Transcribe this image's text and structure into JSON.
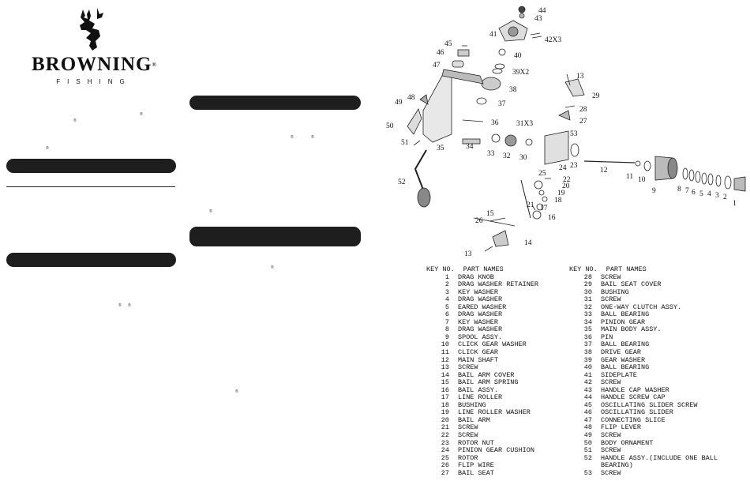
{
  "brand": {
    "name": "BROWNING",
    "reg": "®",
    "sub": "FISHING"
  },
  "marks": {
    "sup": "®"
  },
  "table": {
    "header": {
      "key": "KEY NO.",
      "name": "PART NAMES"
    },
    "left": [
      {
        "key": "1",
        "name": "DRAG KNOB"
      },
      {
        "key": "2",
        "name": "DRAG WASHER RETAINER"
      },
      {
        "key": "3",
        "name": "KEY WASHER"
      },
      {
        "key": "4",
        "name": "DRAG WASHER"
      },
      {
        "key": "5",
        "name": "EARED WASHER"
      },
      {
        "key": "6",
        "name": "DRAG WASHER"
      },
      {
        "key": "7",
        "name": "KEY WASHER"
      },
      {
        "key": "8",
        "name": "DRAG WASHER"
      },
      {
        "key": "9",
        "name": "SPOOL ASSY."
      },
      {
        "key": "10",
        "name": "CLICK GEAR WASHER"
      },
      {
        "key": "11",
        "name": "CLICK GEAR"
      },
      {
        "key": "12",
        "name": "MAIN SHAFT"
      },
      {
        "key": "13",
        "name": "SCREW"
      },
      {
        "key": "14",
        "name": "BAIL ARM COVER"
      },
      {
        "key": "15",
        "name": "BAIL ARM SPRING"
      },
      {
        "key": "16",
        "name": "BAIL ASSY."
      },
      {
        "key": "17",
        "name": "LINE ROLLER"
      },
      {
        "key": "18",
        "name": "BUSHING"
      },
      {
        "key": "19",
        "name": "LINE ROLLER WASHER"
      },
      {
        "key": "20",
        "name": "BAIL ARM"
      },
      {
        "key": "21",
        "name": "SCREW"
      },
      {
        "key": "22",
        "name": "SCREW"
      },
      {
        "key": "23",
        "name": "ROTOR NUT"
      },
      {
        "key": "24",
        "name": "PINION GEAR CUSHION"
      },
      {
        "key": "25",
        "name": "ROTOR"
      },
      {
        "key": "26",
        "name": "FLIP WIRE"
      },
      {
        "key": "27",
        "name": "BAIL SEAT"
      }
    ],
    "right": [
      {
        "key": "28",
        "name": "SCREW"
      },
      {
        "key": "29",
        "name": "BAIL SEAT COVER"
      },
      {
        "key": "30",
        "name": "BUSHING"
      },
      {
        "key": "31",
        "name": "SCREW"
      },
      {
        "key": "32",
        "name": "ONE-WAY CLUTCH ASSY."
      },
      {
        "key": "33",
        "name": "BALL BEARING"
      },
      {
        "key": "34",
        "name": "PINION GEAR"
      },
      {
        "key": "35",
        "name": "MAIN BODY ASSY."
      },
      {
        "key": "36",
        "name": "PIN"
      },
      {
        "key": "37",
        "name": "BALL BEARING"
      },
      {
        "key": "38",
        "name": "DRIVE GEAR"
      },
      {
        "key": "39",
        "name": "GEAR WASHER"
      },
      {
        "key": "40",
        "name": "BALL BEARING"
      },
      {
        "key": "41",
        "name": "SIDEPLATE"
      },
      {
        "key": "42",
        "name": "SCREW"
      },
      {
        "key": "43",
        "name": "HANDLE CAP WASHER"
      },
      {
        "key": "44",
        "name": "HANDLE SCREW CAP"
      },
      {
        "key": "45",
        "name": "OSCILLATING SLIDER SCREW"
      },
      {
        "key": "46",
        "name": "OSCILLATING SLIDER"
      },
      {
        "key": "47",
        "name": "CONNECTING SLICE"
      },
      {
        "key": "48",
        "name": "FLIP LEVER"
      },
      {
        "key": "49",
        "name": "SCREW"
      },
      {
        "key": "50",
        "name": "BODY ORNAMENT"
      },
      {
        "key": "51",
        "name": "SCREW"
      },
      {
        "key": "52",
        "name": "HANDLE ASSY.(INCLUDE ONE BALL BEARING)"
      },
      {
        "key": "53",
        "name": "SCREW"
      }
    ]
  },
  "diagram_labels": {
    "l1": "1",
    "l2": "2",
    "l3": "3",
    "l4": "4",
    "l5": "5",
    "l6": "6",
    "l7": "7",
    "l8": "8",
    "l9": "9",
    "l10": "10",
    "l11": "11",
    "l12": "12",
    "l13a": "13",
    "l13b": "13",
    "l14": "14",
    "l15": "15",
    "l16": "16",
    "l17": "17",
    "l18": "18",
    "l19": "19",
    "l20": "20",
    "l21": "21",
    "l22": "22",
    "l23": "23",
    "l24": "24",
    "l25": "25",
    "l26": "26",
    "l27": "27",
    "l28": "28",
    "l29": "29",
    "l30": "30",
    "l31": "31X3",
    "l32": "32",
    "l33": "33",
    "l34": "34",
    "l35": "35",
    "l36": "36",
    "l37": "37",
    "l38": "38",
    "l39": "39X2",
    "l40": "40",
    "l41": "41",
    "l42": "42X3",
    "l43": "43",
    "l44": "44",
    "l45": "45",
    "l46": "46",
    "l47": "47",
    "l48": "48",
    "l49": "49",
    "l50": "50",
    "l51": "51",
    "l52": "52",
    "l53": "53"
  }
}
